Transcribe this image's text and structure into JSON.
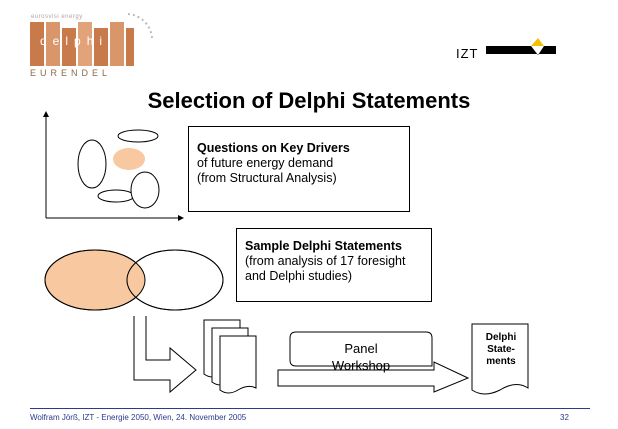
{
  "logo": {
    "small_text": "eurosvisi energy",
    "main_text": "delphi",
    "bottom_text": "EURENDEL"
  },
  "izt": {
    "label": "IZT"
  },
  "slide": {
    "title": "Selection of Delphi Statements"
  },
  "box1": {
    "heading": "Questions on Key Drivers",
    "line1": "of future energy demand",
    "line2": "(from Structural Analysis)"
  },
  "box2": {
    "heading": "Sample Delphi Statements",
    "line1": "(from analysis of 17 foresight",
    "line2": "and Delphi studies)"
  },
  "panel": {
    "line1": "Panel",
    "line2": "Workshop"
  },
  "result_doc": {
    "line1": "Delphi",
    "line2": "State-",
    "line3": "ments"
  },
  "footer": {
    "text": "Wolfram Jörß, IZT  -  Energie 2050, Wien, 24. November 2005",
    "page_number": "32"
  },
  "colors": {
    "accent_fill": "#f8c8a0",
    "footer_blue": "#2c3a8c",
    "logo_orange": "#c97a4a",
    "izt_yellow": "#f2c200"
  }
}
